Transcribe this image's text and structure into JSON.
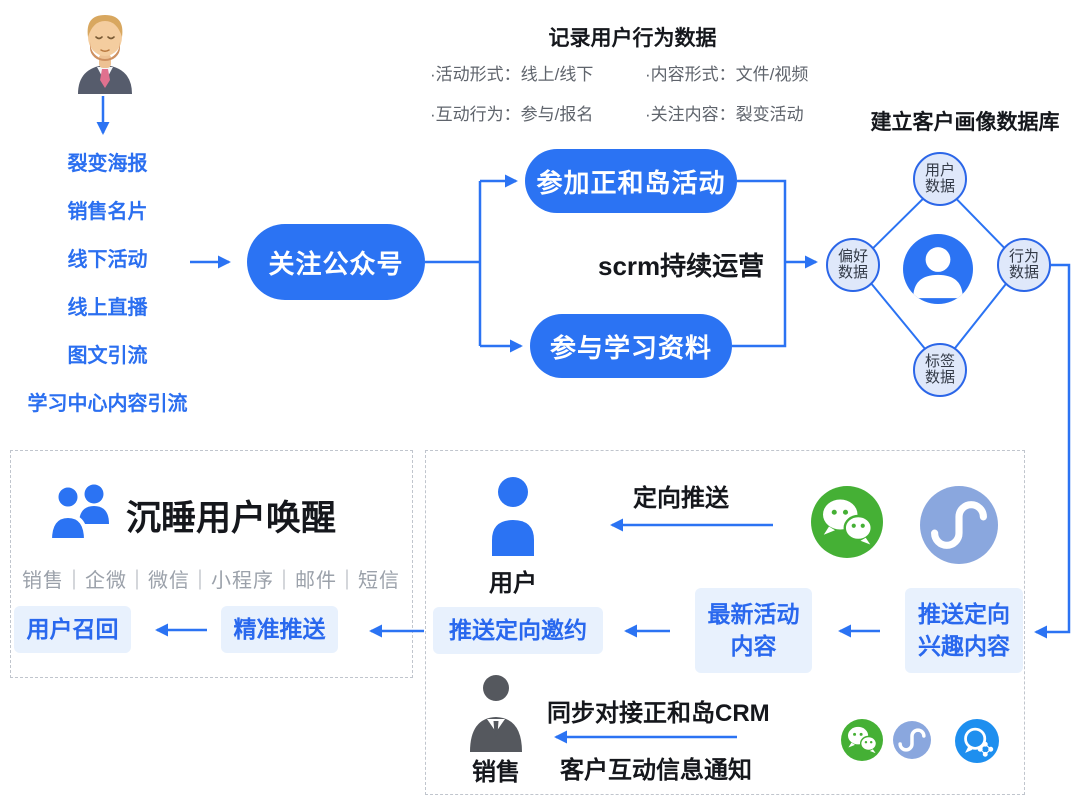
{
  "palette": {
    "primary_blue": "#2B73F3",
    "link_blue": "#2B6FF0",
    "chip_bg": "#E8F1FD",
    "node_fill": "#DFE8FA",
    "node_border": "#2B66E8",
    "wechat_green": "#45B035",
    "miniprogram_blue": "#8AA7DE",
    "wecom_blue": "#1E8FEF",
    "gray_text": "#5F646C",
    "light_gray_text": "#9BA1AA",
    "dashed_border": "#C0C5CD"
  },
  "lead_sources": {
    "items": [
      {
        "label": "裂变海报"
      },
      {
        "label": "销售名片"
      },
      {
        "label": "线下活动"
      },
      {
        "label": "线上直播"
      },
      {
        "label": "图文引流"
      },
      {
        "label": "学习中心内容引流"
      }
    ]
  },
  "follow": {
    "label": "关注公众号"
  },
  "behavior": {
    "title": "记录用户行为数据",
    "bullets": [
      {
        "text": "·活动形式：线上/线下"
      },
      {
        "text": "·内容形式：文件/视频"
      },
      {
        "text": "·互动行为：参与/报名"
      },
      {
        "text": "·关注内容：裂变活动"
      }
    ]
  },
  "funnel": {
    "activity_pill": "参加正和岛活动",
    "material_pill": "参与学习资料",
    "scrm_label": "scrm持续运营"
  },
  "profile_db": {
    "title": "建立客户画像数据库",
    "nodes": [
      {
        "line1": "用户",
        "line2": "数据"
      },
      {
        "line1": "偏好",
        "line2": "数据"
      },
      {
        "line1": "行为",
        "line2": "数据"
      },
      {
        "line1": "标签",
        "line2": "数据"
      }
    ]
  },
  "wake_panel": {
    "title": "沉睡用户唤醒",
    "channels": "销售｜企微｜微信｜小程序｜邮件｜短信",
    "recall_chip": "用户召回",
    "push_chip": "精准推送"
  },
  "push_panel": {
    "user_label": "用户",
    "targeted_push": "定向推送",
    "invite_chip": "推送定向邀约",
    "latest_chip": {
      "line1": "最新活动",
      "line2": "内容"
    },
    "interest_chip": {
      "line1": "推送定向",
      "line2": "兴趣内容"
    },
    "sales_label": "销售",
    "crm_sync": "同步对接正和岛CRM",
    "notify": "客户互动信息通知"
  },
  "icons": {
    "businessman": "businessman-avatar-icon",
    "users_group": "users-group-icon",
    "user_single": "user-icon",
    "sales_person": "salesperson-icon",
    "wechat": "wechat-icon",
    "miniprogram": "miniprogram-icon",
    "wecom": "wecom-icon",
    "profile_center": "user-avatar-icon"
  }
}
